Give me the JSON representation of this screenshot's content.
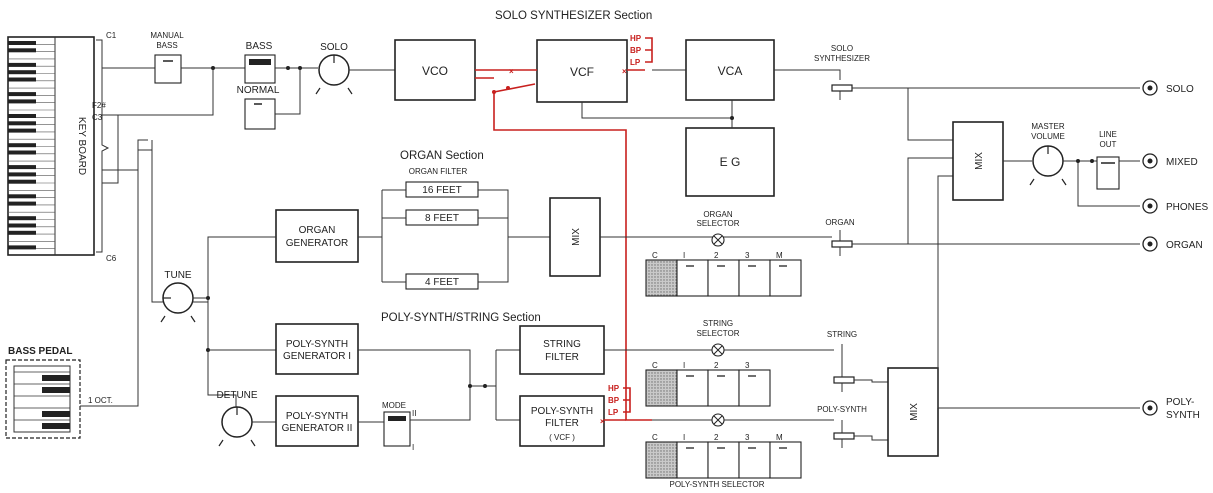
{
  "sections": {
    "solo": "SOLO SYNTHESIZER Section",
    "organ": "ORGAN Section",
    "poly": "POLY-SYNTH/STRING Section"
  },
  "keyboard": {
    "label": "KEY BOARD",
    "notes": [
      "C1",
      "F2#",
      "C3",
      "C6"
    ]
  },
  "bass_pedal": {
    "label": "BASS PEDAL",
    "oct": "1 OCT."
  },
  "solo": {
    "manual_bass": [
      "MANUAL",
      "BASS"
    ],
    "bass": "BASS",
    "normal": "NORMAL",
    "solo_knob": "SOLO",
    "vco": "VCO",
    "vcf": "VCF",
    "vca": "VCA",
    "eg": "E G",
    "filter_modes": [
      "HP",
      "BP",
      "LP"
    ],
    "switch_label": [
      "SOLO",
      "SYNTHESIZER"
    ]
  },
  "organ": {
    "filter_title": "ORGAN FILTER",
    "feet": [
      "16 FEET",
      "8 FEET",
      "4 FEET"
    ],
    "generator": [
      "ORGAN",
      "GENERATOR"
    ],
    "mix": "MIX",
    "selector_title": "ORGAN SELECTOR",
    "selector_keys": [
      "C",
      "I",
      "2",
      "3",
      "M"
    ],
    "switch_label": "ORGAN"
  },
  "tune": "TUNE",
  "detune": "DETUNE",
  "poly": {
    "gen1": [
      "POLY-SYNTH",
      "GENERATOR I"
    ],
    "gen2": [
      "POLY-SYNTH",
      "GENERATOR II"
    ],
    "mode": "MODE",
    "mode_marks": [
      "II",
      "I"
    ],
    "string_filter": [
      "STRING",
      "FILTER"
    ],
    "poly_filter": [
      "POLY-SYNTH",
      "FILTER",
      "( VCF )"
    ],
    "filter_modes": [
      "HP",
      "BP",
      "LP"
    ],
    "string_selector_title": [
      "STRING",
      "SELECTOR"
    ],
    "string_keys": [
      "C",
      "I",
      "2",
      "3"
    ],
    "poly_keys": [
      "C",
      "I",
      "2",
      "3",
      "M"
    ],
    "poly_selector_title": "POLY-SYNTH SELECTOR",
    "string_label": "STRING",
    "poly_label": "POLY-SYNTH",
    "mix": "MIX"
  },
  "output": {
    "mix": "MIX",
    "master_volume": [
      "MASTER",
      "VOLUME"
    ],
    "line_out": [
      "LINE",
      "OUT"
    ],
    "jacks": [
      "SOLO",
      "MIXED",
      "PHONES",
      "ORGAN",
      "POLY-",
      "SYNTH"
    ]
  },
  "colors": {
    "line": "#222222",
    "accent": "#c8201e",
    "shade": "#9a9a9a"
  }
}
